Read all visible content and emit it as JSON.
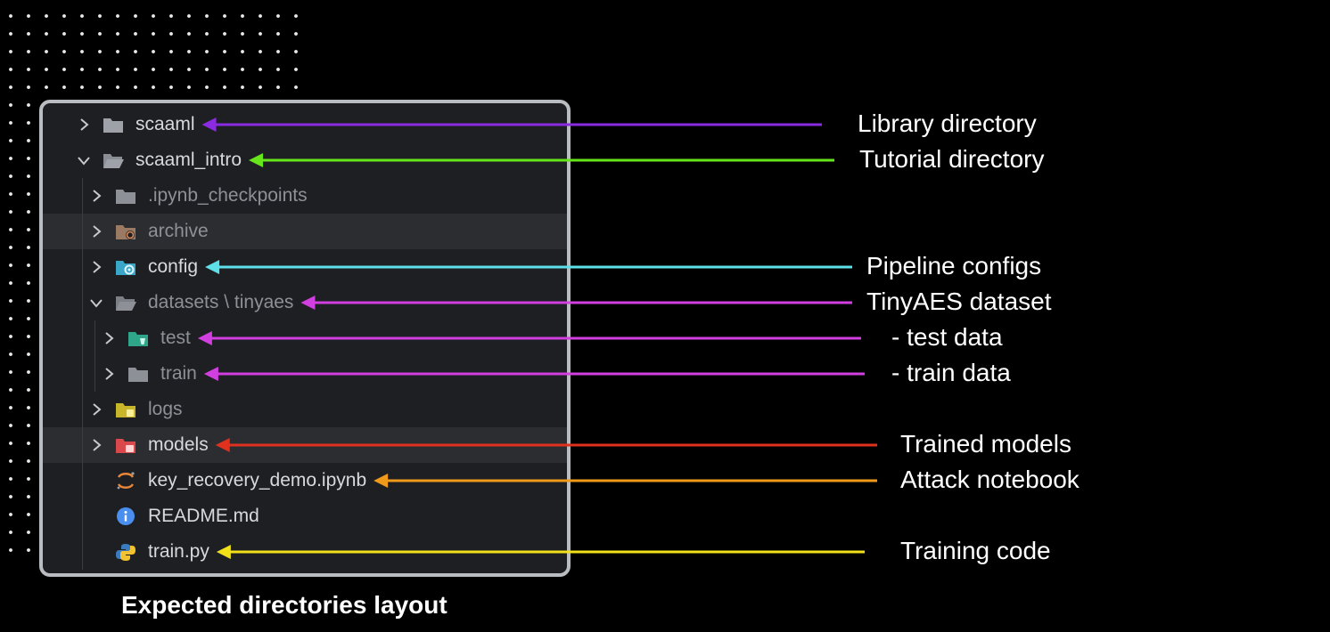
{
  "tree": [
    {
      "label": "scaaml",
      "indent": 0,
      "chevron": "right",
      "icon": "folder-icon",
      "icon_color": "#9ea2a8",
      "tone": "bright",
      "highlight": false
    },
    {
      "label": "scaaml_intro",
      "indent": 0,
      "chevron": "down",
      "icon": "folder-open-icon",
      "icon_color": "#9ea2a8",
      "tone": "bright",
      "highlight": false
    },
    {
      "label": ".ipynb_checkpoints",
      "indent": 1,
      "chevron": "right",
      "icon": "folder-icon",
      "icon_color": "#8d9096",
      "tone": "dim",
      "highlight": false
    },
    {
      "label": "archive",
      "indent": 1,
      "chevron": "right",
      "icon": "folder-archive-icon",
      "icon_color": "#9a7a63",
      "tone": "dim",
      "highlight": true
    },
    {
      "label": "config",
      "indent": 1,
      "chevron": "right",
      "icon": "folder-config-icon",
      "icon_color": "#3aa7c9",
      "tone": "bright",
      "highlight": false
    },
    {
      "label": "datasets \\ tinyaes",
      "indent": 1,
      "chevron": "down",
      "icon": "folder-open-icon",
      "icon_color": "#8d9096",
      "tone": "dim",
      "highlight": false
    },
    {
      "label": "test",
      "indent": 2,
      "chevron": "right",
      "icon": "folder-test-icon",
      "icon_color": "#2fa58a",
      "tone": "dim",
      "highlight": false
    },
    {
      "label": "train",
      "indent": 2,
      "chevron": "right",
      "icon": "folder-icon",
      "icon_color": "#8d9096",
      "tone": "dim",
      "highlight": false
    },
    {
      "label": "logs",
      "indent": 1,
      "chevron": "right",
      "icon": "folder-logs-icon",
      "icon_color": "#c7b52a",
      "tone": "dim",
      "highlight": false
    },
    {
      "label": "models",
      "indent": 1,
      "chevron": "right",
      "icon": "folder-models-icon",
      "icon_color": "#d9484a",
      "tone": "bright",
      "highlight": true
    },
    {
      "label": "key_recovery_demo.ipynb",
      "indent": 1,
      "chevron": "none",
      "icon": "jupyter-icon",
      "icon_color": "#e8873a",
      "tone": "bright",
      "highlight": false
    },
    {
      "label": "README.md",
      "indent": 1,
      "chevron": "none",
      "icon": "info-icon",
      "icon_color": "#4a8ff0",
      "tone": "bright",
      "highlight": false
    },
    {
      "label": "train.py",
      "indent": 1,
      "chevron": "none",
      "icon": "python-icon",
      "icon_color": "#f2c230",
      "tone": "bright",
      "highlight": false
    }
  ],
  "annotations": [
    {
      "row": 0,
      "text": "Library directory",
      "color": "#8a2be2"
    },
    {
      "row": 1,
      "text": "Tutorial directory",
      "color": "#66e61a"
    },
    {
      "row": 4,
      "text": "Pipeline configs",
      "color": "#5ee0e8"
    },
    {
      "row": 5,
      "text": "TinyAES dataset",
      "color": "#d23fe0"
    },
    {
      "row": 6,
      "text": "-     test data",
      "color": "#d23fe0"
    },
    {
      "row": 7,
      "text": "-     train data",
      "color": "#d23fe0"
    },
    {
      "row": 9,
      "text": "Trained models",
      "color": "#e0311f"
    },
    {
      "row": 10,
      "text": "Attack notebook",
      "color": "#f09a1a"
    },
    {
      "row": 12,
      "text": "Training code",
      "color": "#f2e018"
    }
  ],
  "caption": "Expected directories layout"
}
